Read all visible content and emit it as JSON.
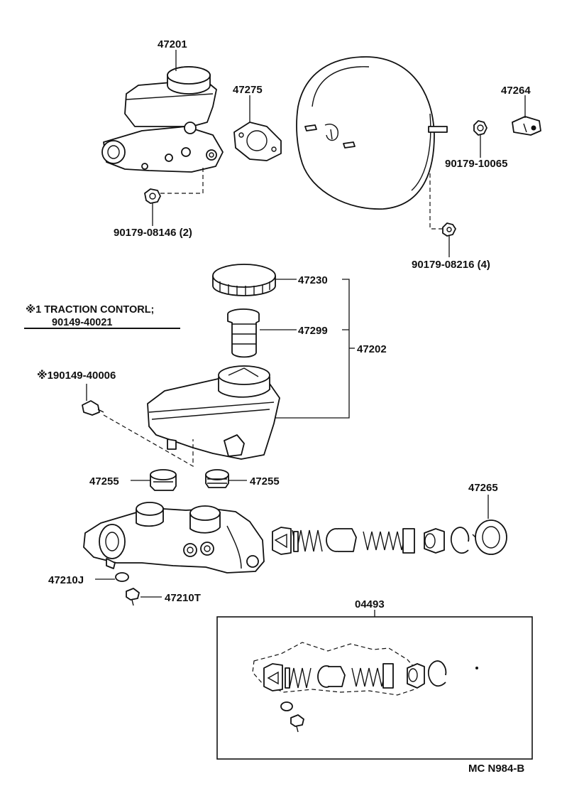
{
  "labels": {
    "p47201": "47201",
    "p47275": "47275",
    "p47264": "47264",
    "p90179_10065": "90179-10065",
    "p90179_08146": "90179-08146 (2)",
    "p90179_08216": "90179-08216 (4)",
    "p47230": "47230",
    "p47299": "47299",
    "p47202": "47202",
    "p90149_40006": "※190149-40006",
    "p47255_left": "47255",
    "p47255_right": "47255",
    "p47265": "47265",
    "p47210J": "47210J",
    "p47210T": "47210T",
    "p04493": "04493"
  },
  "note": {
    "line1": "※1 TRACTION CONTORL;",
    "line2": "90149-40021"
  },
  "footer_code": "MC N984-B"
}
